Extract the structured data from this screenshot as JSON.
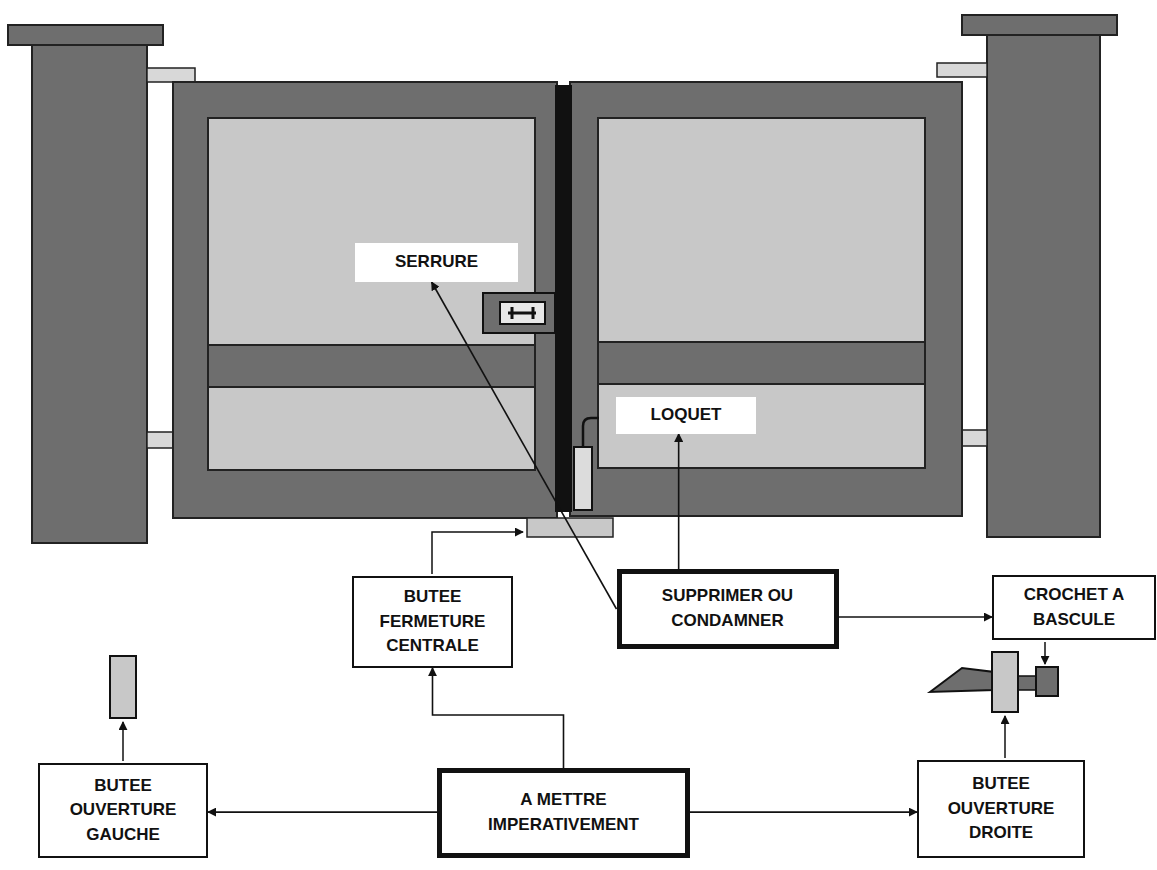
{
  "diagram": {
    "nodes": [
      {
        "text": [
          "SERRURE"
        ]
      },
      {
        "text": [
          "LOQUET"
        ]
      },
      {
        "text": [
          "BUTEE FERMETURE CENTRALE"
        ]
      },
      {
        "text": [
          "SUPPRIMER OU CONDAMNER"
        ]
      },
      {
        "text": [
          "CROCHET A BASCULE"
        ]
      },
      {
        "text": [
          "BUTEE OUVERTURE GAUCHE"
        ]
      },
      {
        "text": [
          "A METTRE IMPERATIVEMENT"
        ]
      },
      {
        "text": [
          "BUTEE OUVERTURE DROITE"
        ]
      }
    ],
    "edges": [
      {
        "from": 3,
        "to": 0,
        "arrow": "to"
      },
      {
        "from": 3,
        "to": 1,
        "arrow": "to"
      },
      {
        "from": 3,
        "to": 4,
        "arrow": "to"
      },
      {
        "from": 6,
        "to": 2,
        "arrow": "to"
      },
      {
        "from": 6,
        "to": 5,
        "arrow": "to"
      },
      {
        "from": 6,
        "to": 7,
        "arrow": "to"
      }
    ]
  }
}
